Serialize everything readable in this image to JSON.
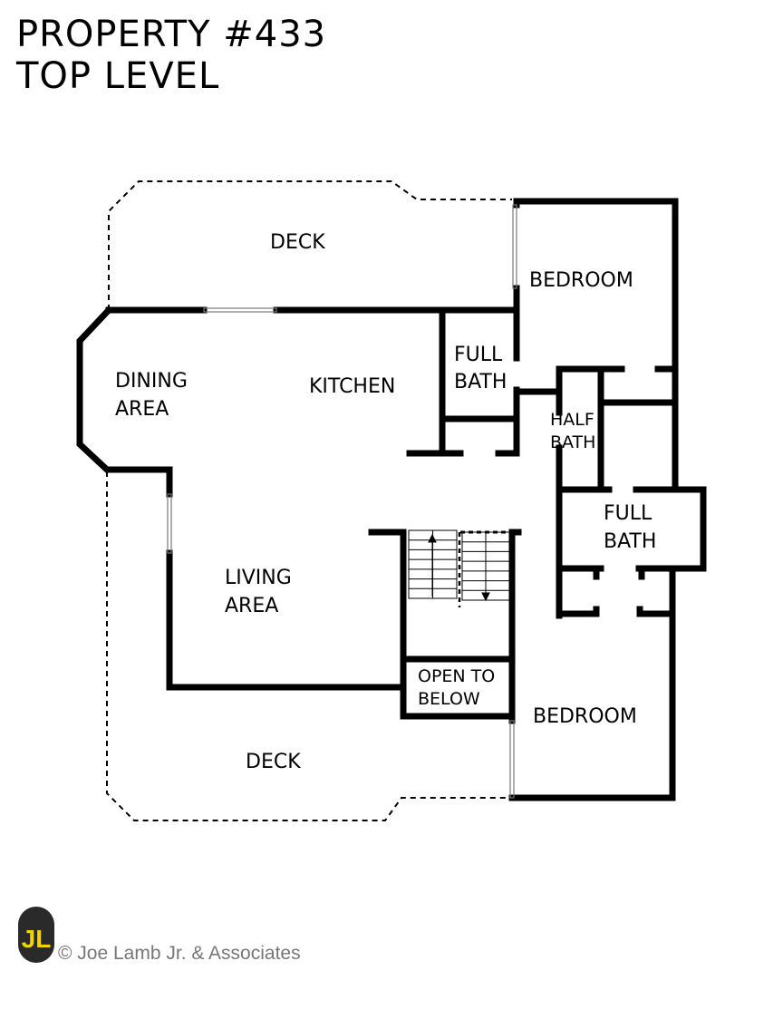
{
  "header": {
    "line1": "PROPERTY #433",
    "line2": "TOP LEVEL"
  },
  "rooms": {
    "deck_top": "DECK",
    "bedroom_top": "BEDROOM",
    "full_bath_top": [
      "FULL",
      "BATH"
    ],
    "dining": [
      "DINING",
      "AREA"
    ],
    "kitchen": "KITCHEN",
    "half_bath": [
      "HALF",
      "BATH"
    ],
    "full_bath_right": [
      "FULL",
      "BATH"
    ],
    "living": [
      "LIVING",
      "AREA"
    ],
    "open_to_below": [
      "OPEN TO",
      "BELOW"
    ],
    "bedroom_bottom": "BEDROOM",
    "deck_bottom": "DECK"
  },
  "footer": {
    "logo_text": "JL",
    "copyright": "© Joe Lamb Jr. & Associates"
  },
  "colors": {
    "walls": "#000000",
    "logo_bg": "#2a2a2a",
    "logo_letters": "#f2d400",
    "copyright": "#777777"
  }
}
